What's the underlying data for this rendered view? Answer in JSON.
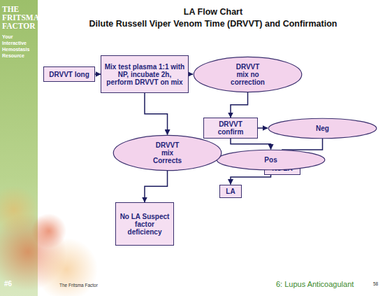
{
  "diagram": {
    "title": "LA Flow Chart",
    "nodes": [
      {
        "text": [
          "DRVVT long"
        ]
      },
      {
        "text": [
          "Mix test plasma 1:1 with NP, incubate 2h, perform DRVVT on mix"
        ]
      },
      {
        "text": [
          "DRVVT mix no correction"
        ]
      },
      {
        "text": [
          "DRVVT confirm"
        ]
      },
      {
        "text": [
          "Neg"
        ]
      },
      {
        "text": [
          "No LA"
        ]
      },
      {
        "text": [
          "Pos"
        ]
      },
      {
        "text": [
          "LA"
        ]
      },
      {
        "text": [
          "DRVVT mix Corrects"
        ]
      },
      {
        "text": [
          "No LA Suspect factor deficiency"
        ]
      }
    ],
    "edges": [
      {
        "from": 0,
        "to": 1,
        "arrow": "to"
      },
      {
        "from": 1,
        "to": 2,
        "arrow": "to"
      },
      {
        "from": 1,
        "to": 8,
        "arrow": "to"
      },
      {
        "from": 2,
        "to": 3,
        "arrow": "to"
      },
      {
        "from": 3,
        "to": 4,
        "arrow": "to"
      },
      {
        "from": 4,
        "to": 5,
        "arrow": "to"
      },
      {
        "from": 3,
        "to": 6,
        "arrow": "to"
      },
      {
        "from": 6,
        "to": 7,
        "arrow": "to"
      },
      {
        "from": 8,
        "to": 9,
        "arrow": "to"
      }
    ],
    "labels": [
      "Dilute Russell Viper Venom Time (DRVVT) and Confirmation",
      "THE FRITSMA FACTOR",
      "Your Interactive Hemostasis Resource",
      "#6",
      "The Fritsma Factor",
      "6: Lupus Anticoagulant",
      "58"
    ]
  }
}
